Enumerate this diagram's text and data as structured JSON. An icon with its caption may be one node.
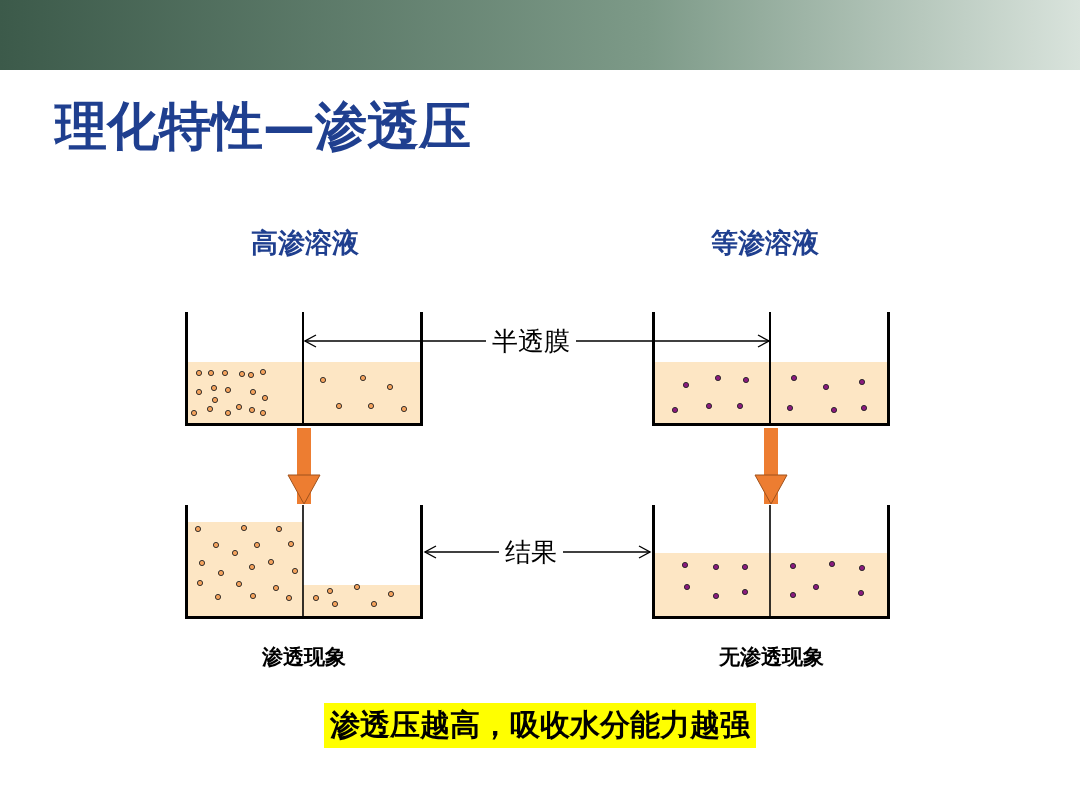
{
  "diagram": {
    "title": "理化特性—渗透压",
    "nodes": [
      {
        "text": [],
        "shape": "box"
      },
      {
        "text": [],
        "shape": "bar",
        "in": 0
      },
      {
        "text": [
          "半透膜"
        ]
      },
      {
        "text": [],
        "shape": "box"
      },
      {
        "text": [],
        "shape": "bar",
        "in": 3
      },
      {
        "text": [],
        "shape": "box",
        "beside": [
          "渗透现象"
        ]
      },
      {
        "text": [
          "结果"
        ]
      },
      {
        "text": [],
        "shape": "box",
        "beside": [
          "无渗透现象"
        ]
      }
    ],
    "edges": [
      {
        "from": 2,
        "to": 1,
        "arrow": "to"
      },
      {
        "from": 2,
        "to": 4,
        "arrow": "to"
      },
      {
        "from": 0,
        "to": 5,
        "arrow": "to",
        "style": "thick",
        "color": "#ed7d31"
      },
      {
        "from": 3,
        "to": 7,
        "arrow": "to",
        "style": "thick",
        "color": "#ed7d31"
      },
      {
        "from": 6,
        "to": 5,
        "arrow": "to"
      },
      {
        "from": 6,
        "to": 7,
        "arrow": "to"
      }
    ],
    "labels": [
      "高渗溶液",
      "等渗溶液",
      "渗透压越高，吸收水分能力越强"
    ]
  }
}
